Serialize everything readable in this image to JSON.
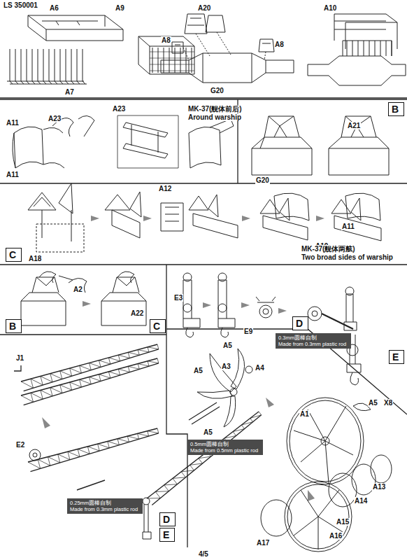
{
  "diagram": {
    "nodes": [
      {
        "text": [
          "B"
        ]
      },
      {
        "text": [
          "C"
        ]
      },
      {
        "text": [
          "B"
        ]
      },
      {
        "text": [
          "C"
        ]
      },
      {
        "text": [
          "D"
        ]
      },
      {
        "text": [
          "0.3mm圆棒自制",
          "Made from 0.3mm plastic rod"
        ]
      },
      {
        "text": [
          "E"
        ]
      },
      {
        "text": [
          "0.5mm圆棒自制",
          "Made from 0.5mm plastic rod"
        ]
      },
      {
        "text": [
          "0.25mm圆棒自制",
          "Made from 0.3mm plastic rod"
        ]
      },
      {
        "text": [
          "D"
        ]
      },
      {
        "text": [
          "E"
        ]
      }
    ],
    "labels": [
      "LS 350001",
      "A6",
      "A9",
      "A7",
      "A20",
      "A8",
      "A8",
      "G20",
      "A10",
      "A11",
      "A11",
      "A23",
      "A23",
      "MK-37(舰体前后)",
      "Around warship",
      "A21",
      "G20",
      "A12",
      "A18",
      "A11",
      "A19",
      "MK-37(舰体两舷)",
      "Two broad sides of warship",
      "A2",
      "A22",
      "E3",
      "E9",
      "A5",
      "A3",
      "A4",
      "A5",
      "A5",
      "A5",
      "X8",
      "A1",
      "J1",
      "E2",
      "A15",
      "A14",
      "A13",
      "A17",
      "A16",
      "4/5"
    ]
  }
}
